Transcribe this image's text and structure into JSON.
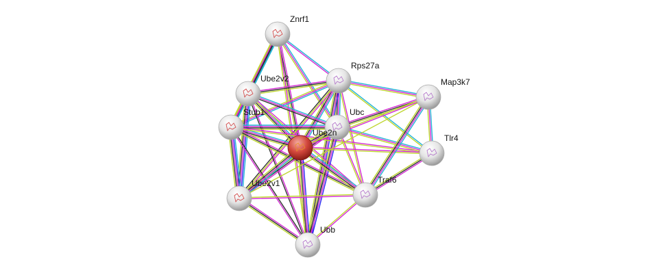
{
  "colors": {
    "database": "#22b4d6",
    "experiment": "#d42bd4",
    "textmining": "#bfd62f",
    "coexpression": "#333333",
    "cooccurrence": "#2a2af0",
    "query_node": "#d2473c",
    "node": "#e6e6e6"
  },
  "nodes": [
    {
      "id": "Znrf1",
      "label": "Znrf1",
      "query": false
    },
    {
      "id": "Rps27a",
      "label": "Rps27a",
      "query": false
    },
    {
      "id": "Ube2v2",
      "label": "Ube2v2",
      "query": false
    },
    {
      "id": "Map3k7",
      "label": "Map3k7",
      "query": false
    },
    {
      "id": "Stub1",
      "label": "Stub1",
      "query": false
    },
    {
      "id": "Ubc",
      "label": "Ubc",
      "query": false
    },
    {
      "id": "Ube2n",
      "label": "Ube2n",
      "query": true
    },
    {
      "id": "Tlr4",
      "label": "Tlr4",
      "query": false
    },
    {
      "id": "Ube2v1",
      "label": "Ube2v1",
      "query": false
    },
    {
      "id": "Traf6",
      "label": "Traf6",
      "query": false
    },
    {
      "id": "Ubb",
      "label": "Ubb",
      "query": false
    }
  ],
  "edges": [
    {
      "a": "Znrf1",
      "b": "Ube2v2",
      "types": [
        "database",
        "coexpression",
        "textmining"
      ]
    },
    {
      "a": "Znrf1",
      "b": "Stub1",
      "types": [
        "database",
        "coexpression",
        "experiment",
        "textmining"
      ]
    },
    {
      "a": "Znrf1",
      "b": "Ube2n",
      "types": [
        "experiment",
        "coexpression",
        "textmining"
      ]
    },
    {
      "a": "Znrf1",
      "b": "Rps27a",
      "types": [
        "database",
        "experiment"
      ]
    },
    {
      "a": "Znrf1",
      "b": "Ubc",
      "types": [
        "database",
        "experiment",
        "textmining"
      ]
    },
    {
      "a": "Znrf1",
      "b": "Ubb",
      "types": [
        "experiment",
        "textmining"
      ]
    },
    {
      "a": "Rps27a",
      "b": "Ube2v2",
      "types": [
        "textmining",
        "coexpression",
        "experiment"
      ]
    },
    {
      "a": "Rps27a",
      "b": "Stub1",
      "types": [
        "database",
        "experiment",
        "textmining"
      ]
    },
    {
      "a": "Rps27a",
      "b": "Ube2n",
      "types": [
        "database",
        "experiment",
        "coexpression",
        "textmining"
      ]
    },
    {
      "a": "Rps27a",
      "b": "Ubc",
      "types": [
        "database",
        "experiment",
        "coexpression",
        "textmining"
      ]
    },
    {
      "a": "Rps27a",
      "b": "Map3k7",
      "types": [
        "database",
        "experiment",
        "textmining"
      ]
    },
    {
      "a": "Rps27a",
      "b": "Tlr4",
      "types": [
        "database",
        "textmining"
      ]
    },
    {
      "a": "Rps27a",
      "b": "Traf6",
      "types": [
        "experiment",
        "textmining"
      ]
    },
    {
      "a": "Rps27a",
      "b": "Ube2v1",
      "types": [
        "experiment",
        "textmining",
        "coexpression"
      ]
    },
    {
      "a": "Rps27a",
      "b": "Ubb",
      "types": [
        "cooccurrence",
        "experiment",
        "coexpression",
        "textmining"
      ]
    },
    {
      "a": "Ube2v2",
      "b": "Stub1",
      "types": [
        "database",
        "experiment",
        "textmining"
      ]
    },
    {
      "a": "Ube2v2",
      "b": "Ube2n",
      "types": [
        "database",
        "experiment",
        "coexpression",
        "textmining"
      ]
    },
    {
      "a": "Ube2v2",
      "b": "Ubc",
      "types": [
        "database",
        "experiment",
        "coexpression"
      ]
    },
    {
      "a": "Ube2v2",
      "b": "Traf6",
      "types": [
        "experiment",
        "textmining"
      ]
    },
    {
      "a": "Ube2v2",
      "b": "Ube2v1",
      "types": [
        "database",
        "cooccurrence",
        "experiment",
        "coexpression",
        "textmining"
      ]
    },
    {
      "a": "Ube2v2",
      "b": "Ubb",
      "types": [
        "experiment",
        "coexpression"
      ]
    },
    {
      "a": "Stub1",
      "b": "Ube2n",
      "types": [
        "database",
        "experiment",
        "coexpression",
        "textmining"
      ]
    },
    {
      "a": "Stub1",
      "b": "Ubc",
      "types": [
        "database",
        "experiment",
        "coexpression",
        "textmining"
      ]
    },
    {
      "a": "Stub1",
      "b": "Ube2v1",
      "types": [
        "database",
        "cooccurrence",
        "experiment",
        "coexpression",
        "textmining"
      ]
    },
    {
      "a": "Stub1",
      "b": "Traf6",
      "types": [
        "experiment",
        "coexpression",
        "textmining"
      ]
    },
    {
      "a": "Stub1",
      "b": "Ubb",
      "types": [
        "coexpression",
        "experiment"
      ]
    },
    {
      "a": "Stub1",
      "b": "Tlr4",
      "types": [
        "experiment",
        "textmining"
      ]
    },
    {
      "a": "Ubc",
      "b": "Ube2n",
      "types": [
        "database",
        "experiment",
        "coexpression",
        "textmining"
      ]
    },
    {
      "a": "Ubc",
      "b": "Map3k7",
      "types": [
        "experiment",
        "coexpression",
        "textmining"
      ]
    },
    {
      "a": "Ubc",
      "b": "Tlr4",
      "types": [
        "database",
        "experiment",
        "textmining"
      ]
    },
    {
      "a": "Ubc",
      "b": "Traf6",
      "types": [
        "experiment",
        "textmining"
      ]
    },
    {
      "a": "Ubc",
      "b": "Ube2v1",
      "types": [
        "experiment",
        "coexpression",
        "textmining"
      ]
    },
    {
      "a": "Ubc",
      "b": "Ubb",
      "types": [
        "cooccurrence",
        "experiment",
        "coexpression",
        "textmining"
      ]
    },
    {
      "a": "Ube2n",
      "b": "Map3k7",
      "types": [
        "textmining",
        "experiment"
      ]
    },
    {
      "a": "Ube2n",
      "b": "Tlr4",
      "types": [
        "experiment",
        "textmining"
      ]
    },
    {
      "a": "Ube2n",
      "b": "Traf6",
      "types": [
        "database",
        "experiment",
        "coexpression",
        "textmining"
      ]
    },
    {
      "a": "Ube2n",
      "b": "Ube2v1",
      "types": [
        "database",
        "experiment",
        "coexpression",
        "textmining"
      ]
    },
    {
      "a": "Ube2n",
      "b": "Ubb",
      "types": [
        "cooccurrence",
        "experiment",
        "coexpression",
        "textmining"
      ]
    },
    {
      "a": "Map3k7",
      "b": "Tlr4",
      "types": [
        "database",
        "experiment",
        "textmining"
      ]
    },
    {
      "a": "Map3k7",
      "b": "Traf6",
      "types": [
        "database",
        "experiment",
        "coexpression",
        "textmining"
      ]
    },
    {
      "a": "Map3k7",
      "b": "Ube2v1",
      "types": [
        "textmining"
      ]
    },
    {
      "a": "Tlr4",
      "b": "Traf6",
      "types": [
        "experiment",
        "coexpression",
        "textmining"
      ]
    },
    {
      "a": "Traf6",
      "b": "Ube2v1",
      "types": [
        "experiment",
        "textmining"
      ]
    },
    {
      "a": "Traf6",
      "b": "Ubb",
      "types": [
        "experiment",
        "textmining"
      ]
    },
    {
      "a": "Ube2v1",
      "b": "Ubb",
      "types": [
        "experiment",
        "coexpression",
        "textmining"
      ]
    }
  ]
}
